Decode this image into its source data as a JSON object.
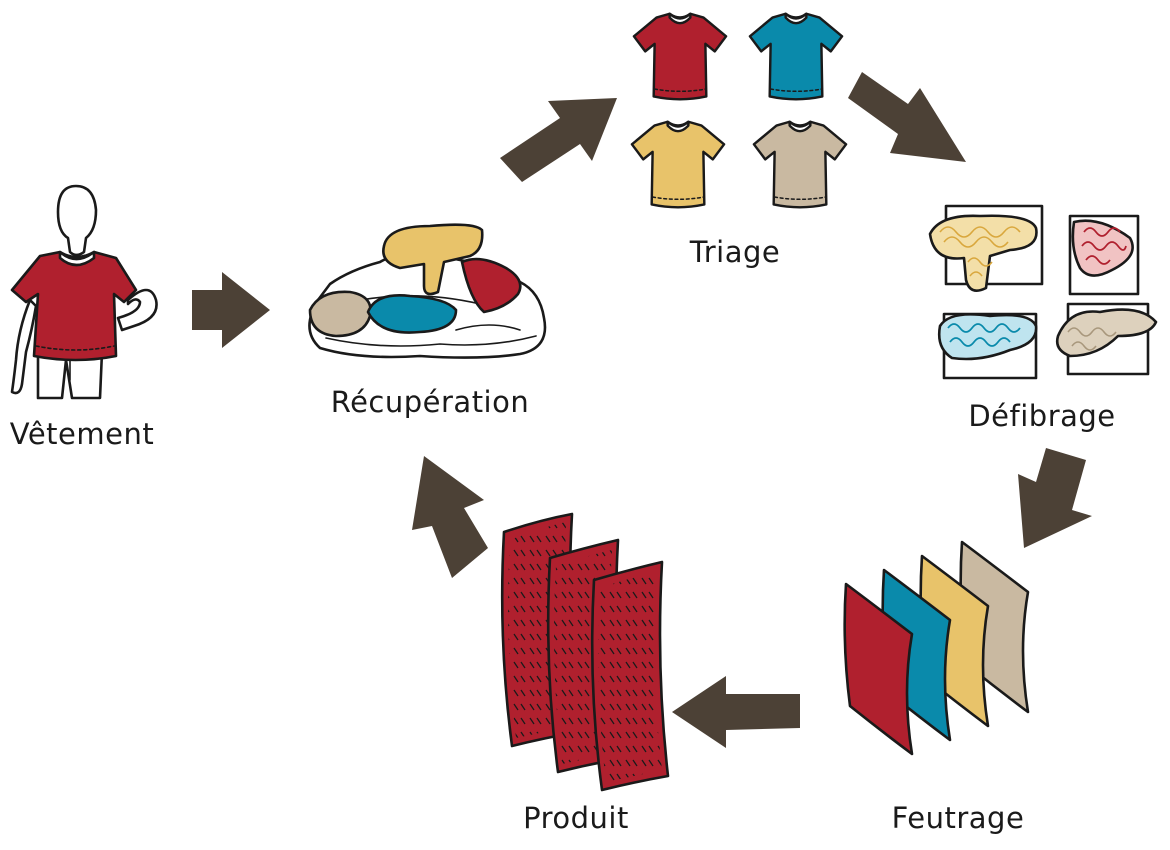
{
  "labels": {
    "vetement": "Vêtement",
    "recuperation": "Récupération",
    "triage": "Triage",
    "defibrage": "Défibrage",
    "feutrage": "Feutrage",
    "produit": "Produit"
  },
  "colors": {
    "red": "#b0202e",
    "blue": "#0a8aab",
    "yellow": "#e8c36a",
    "beige": "#c9b9a1",
    "arrow": "#4c4136",
    "ink": "#1a1a1a"
  },
  "icons": {
    "vetement": "person-wearing-tshirt-icon",
    "recuperation": "clothing-pile-icon",
    "triage": "sorted-tshirts-icon",
    "defibrage": "fiber-tangles-icon",
    "feutrage": "felt-sheets-icon",
    "produit": "textile-product-icon"
  }
}
